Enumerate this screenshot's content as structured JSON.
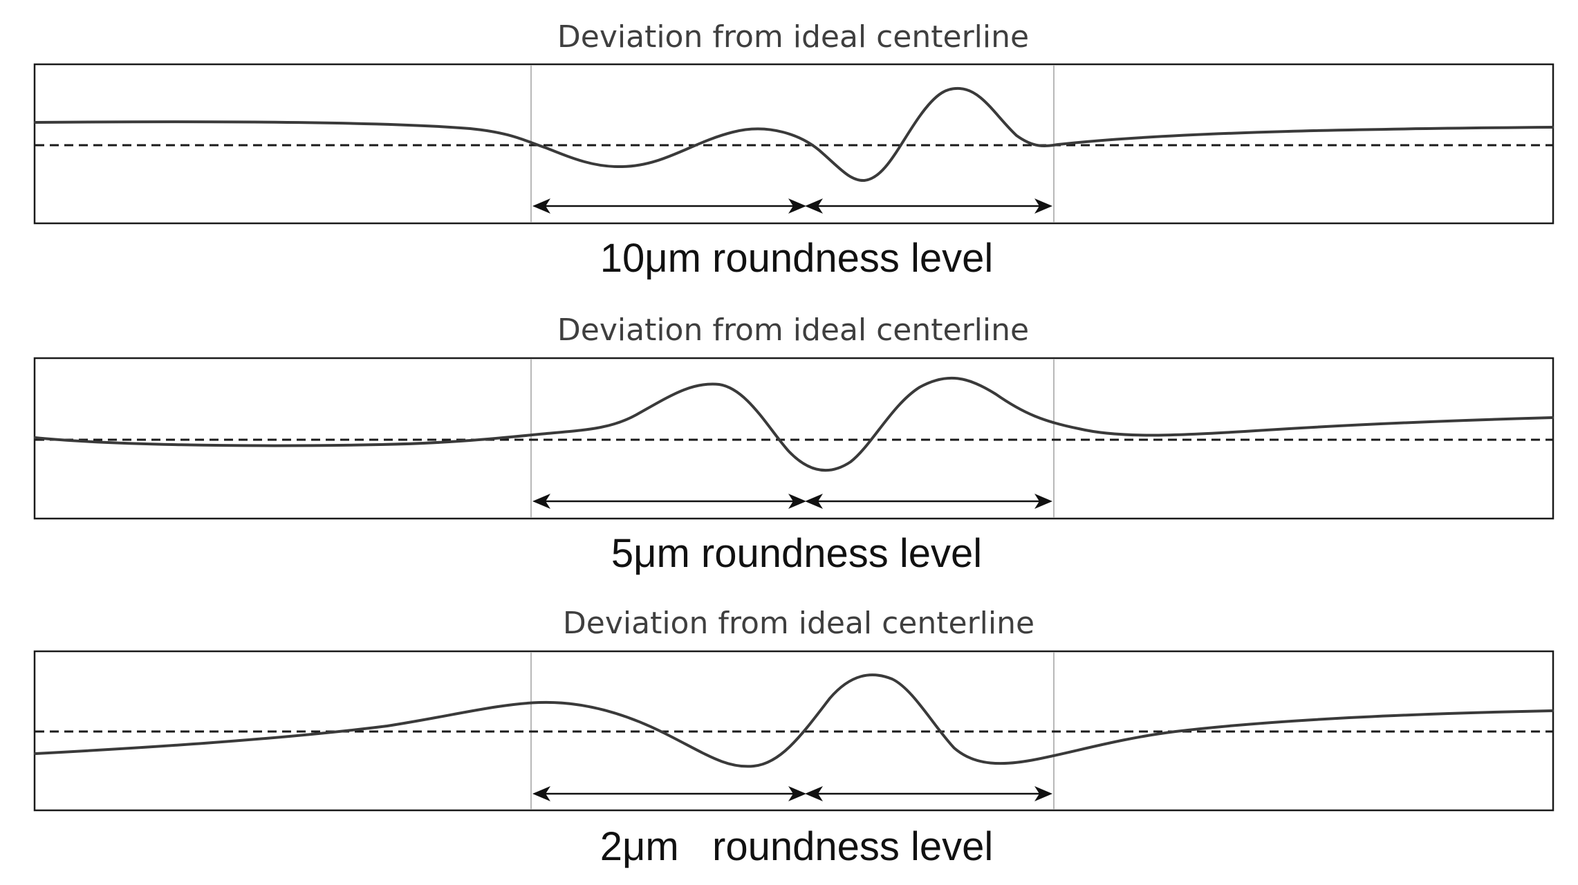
{
  "panels": [
    {
      "title": "Deviation from ideal centerline",
      "label": "10μm roundness level"
    },
    {
      "title": "Deviation from ideal centerline",
      "label": "5μm roundness level"
    },
    {
      "title": "Deviation from ideal centerline",
      "label": "2μm   roundness level"
    }
  ]
}
